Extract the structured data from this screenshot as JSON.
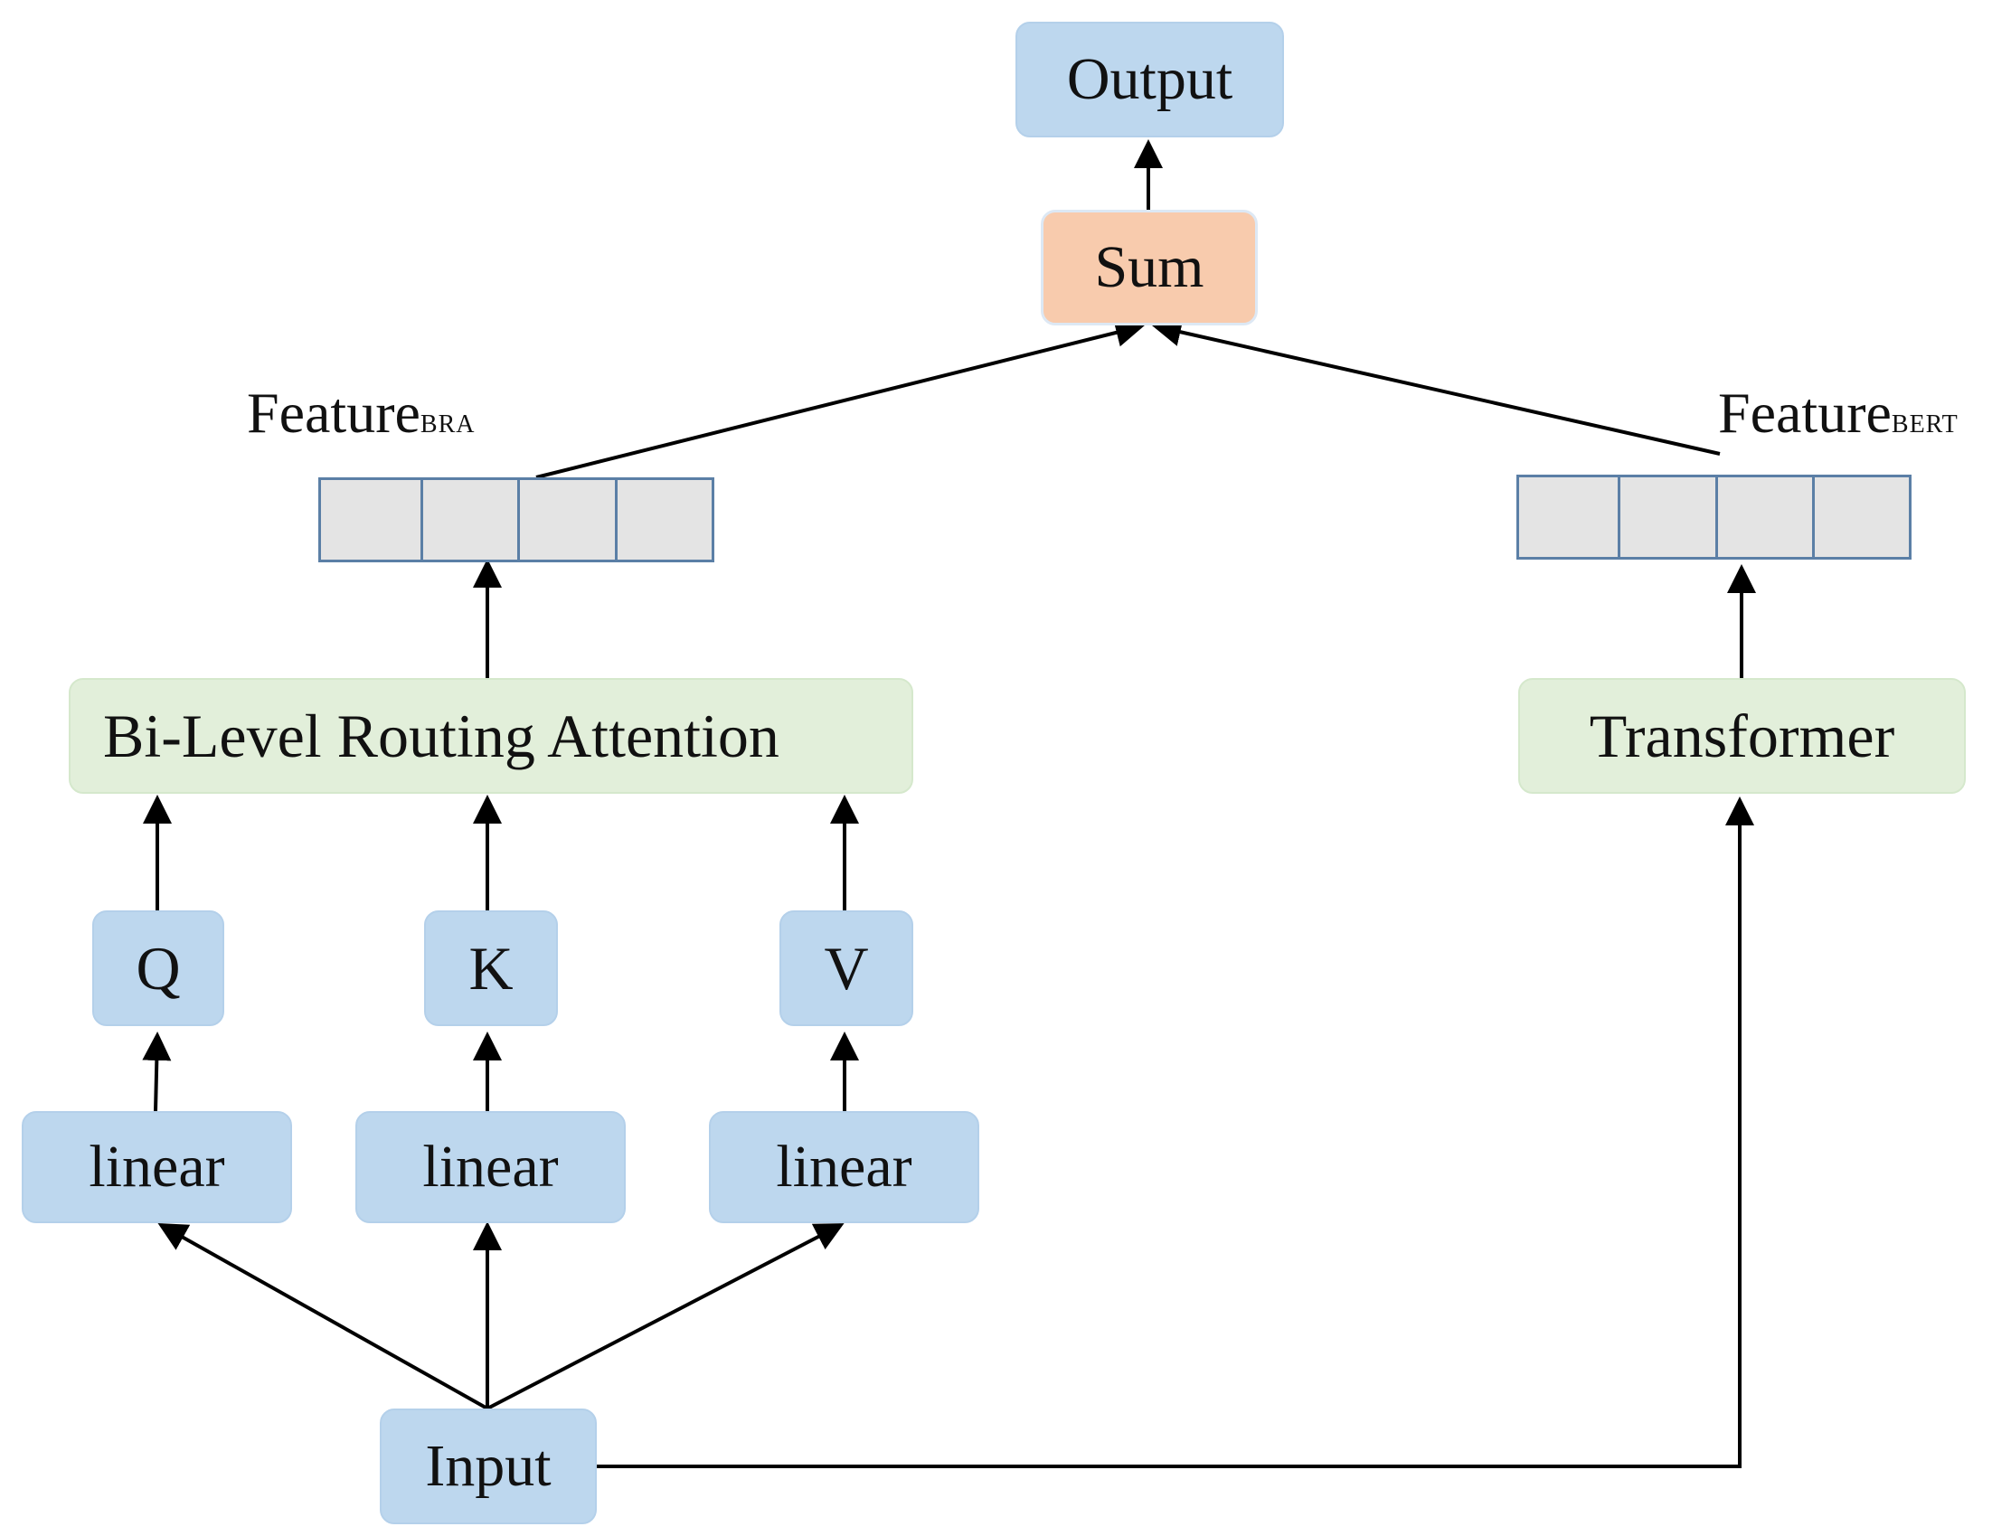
{
  "nodes": {
    "output": "Output",
    "sum": "Sum",
    "bra": "Bi-Level Routing Attention",
    "transformer": "Transformer",
    "q": "Q",
    "k": "K",
    "v": "V",
    "linear_q": "linear",
    "linear_k": "linear",
    "linear_v": "linear",
    "input": "Input"
  },
  "features": {
    "bra": {
      "main": "Feature",
      "sub": "BRA"
    },
    "bert": {
      "main": "Feature",
      "sub": "BERT"
    }
  },
  "colors": {
    "blue_box": "#bdd7ee",
    "green_box": "#e2efda",
    "orange_box": "#f8cbad",
    "vector_cell": "#e4e4e4",
    "vector_border": "#5b7fa6",
    "arrow": "#000000"
  }
}
